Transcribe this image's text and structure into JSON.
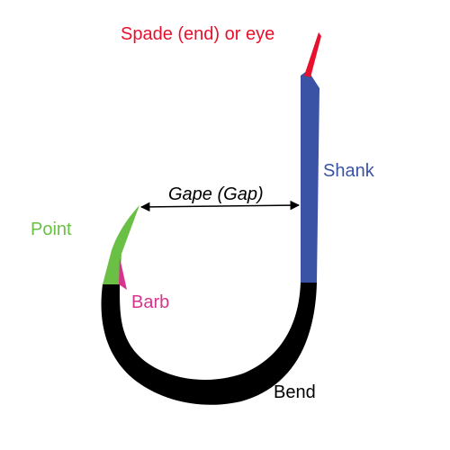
{
  "diagram": {
    "labels": {
      "spade": "Spade (end)  or eye",
      "shank": "Shank",
      "gape": "Gape (Gap)",
      "point": "Point",
      "barb": "Barb",
      "bend": "Bend"
    },
    "colors": {
      "spade": "#e8112d",
      "shank": "#3a53a4",
      "point": "#6abf45",
      "barb": "#d6338c",
      "bend": "#000000",
      "gape_arrow": "#000000",
      "background": "#ffffff"
    }
  }
}
